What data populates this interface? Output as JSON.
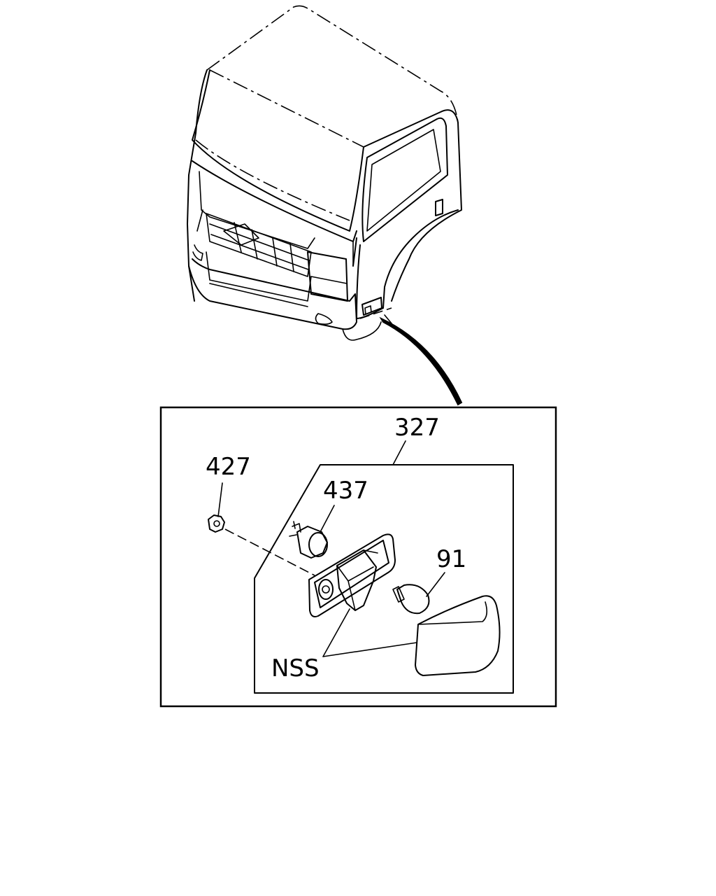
{
  "callouts": {
    "assembly": "327",
    "nut": "427",
    "socket": "437",
    "bulb": "91",
    "not_serviced": "NSS"
  },
  "colors": {
    "line": "#000000",
    "background": "#ffffff"
  }
}
